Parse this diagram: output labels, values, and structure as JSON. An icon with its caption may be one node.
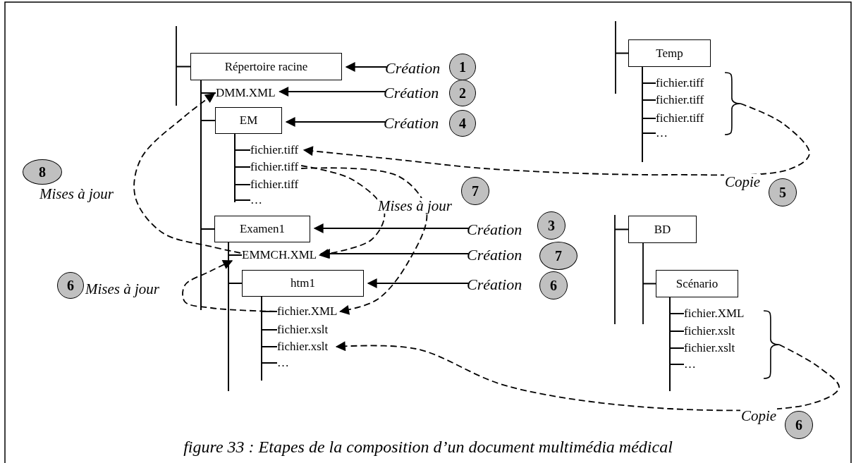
{
  "diagram": {
    "caption": "figure 33 : Etapes de la composition d’un document multimédia médical",
    "nodes": [
      {
        "text": [
          "Répertoire racine"
        ]
      },
      {
        "text": [
          "DMM.XML"
        ]
      },
      {
        "text": [
          "EM"
        ]
      },
      {
        "text": [
          "fichier.tiff"
        ]
      },
      {
        "text": [
          "fichier.tiff"
        ]
      },
      {
        "text": [
          "fichier.tiff"
        ]
      },
      {
        "text": [
          "…"
        ]
      },
      {
        "text": [
          "Examen1"
        ]
      },
      {
        "text": [
          "EMMCH.XML"
        ]
      },
      {
        "text": [
          "htm1"
        ]
      },
      {
        "text": [
          "fichier.XML"
        ]
      },
      {
        "text": [
          "fichier.xslt"
        ]
      },
      {
        "text": [
          "fichier.xslt"
        ]
      },
      {
        "text": [
          "…"
        ]
      },
      {
        "text": [
          "Temp"
        ]
      },
      {
        "text": [
          "fichier.tiff"
        ]
      },
      {
        "text": [
          "fichier.tiff"
        ]
      },
      {
        "text": [
          "fichier.tiff"
        ]
      },
      {
        "text": [
          "…"
        ]
      },
      {
        "text": [],
        "shape": "bracket"
      },
      {
        "text": [
          "BD"
        ]
      },
      {
        "text": [
          "Scénario"
        ]
      },
      {
        "text": [
          "fichier.XML"
        ]
      },
      {
        "text": [
          "fichier.xslt"
        ]
      },
      {
        "text": [
          "fichier.xslt"
        ]
      },
      {
        "text": [
          "…"
        ]
      },
      {
        "text": [],
        "shape": "bracket"
      },
      {
        "text": [
          "Création"
        ]
      },
      {
        "text": [
          "1"
        ]
      },
      {
        "text": [
          "Création"
        ]
      },
      {
        "text": [
          "2"
        ]
      },
      {
        "text": [
          "Création"
        ]
      },
      {
        "text": [
          "4"
        ]
      },
      {
        "text": [
          "Création"
        ]
      },
      {
        "text": [
          "3"
        ]
      },
      {
        "text": [
          "Création"
        ]
      },
      {
        "text": [
          "7"
        ]
      },
      {
        "text": [
          "Création"
        ]
      },
      {
        "text": [
          "6"
        ]
      },
      {
        "text": [
          "8"
        ]
      },
      {
        "text": [
          "7"
        ]
      },
      {
        "text": [
          "6"
        ]
      },
      {
        "text": [
          "5"
        ]
      },
      {
        "text": [
          "6"
        ]
      }
    ],
    "edges": [
      {
        "from": null,
        "to": 0,
        "arrow": "none"
      },
      {
        "from": 0,
        "to": 1,
        "arrow": "none"
      },
      {
        "from": 0,
        "to": 2,
        "arrow": "none"
      },
      {
        "from": 0,
        "to": 7,
        "arrow": "none"
      },
      {
        "from": 2,
        "to": 3,
        "arrow": "none"
      },
      {
        "from": 2,
        "to": 4,
        "arrow": "none"
      },
      {
        "from": 2,
        "to": 5,
        "arrow": "none"
      },
      {
        "from": 2,
        "to": 6,
        "arrow": "none"
      },
      {
        "from": 7,
        "to": 8,
        "arrow": "none"
      },
      {
        "from": 7,
        "to": 9,
        "arrow": "none"
      },
      {
        "from": 9,
        "to": 10,
        "arrow": "none"
      },
      {
        "from": 9,
        "to": 11,
        "arrow": "none"
      },
      {
        "from": 9,
        "to": 12,
        "arrow": "none"
      },
      {
        "from": 9,
        "to": 13,
        "arrow": "none"
      },
      {
        "from": null,
        "to": 14,
        "arrow": "none"
      },
      {
        "from": 14,
        "to": 15,
        "arrow": "none"
      },
      {
        "from": 14,
        "to": 16,
        "arrow": "none"
      },
      {
        "from": 14,
        "to": 17,
        "arrow": "none"
      },
      {
        "from": 14,
        "to": 18,
        "arrow": "none"
      },
      {
        "from": null,
        "to": 20,
        "arrow": "none"
      },
      {
        "from": 20,
        "to": 21,
        "arrow": "none"
      },
      {
        "from": 21,
        "to": 22,
        "arrow": "none"
      },
      {
        "from": 21,
        "to": 23,
        "arrow": "none"
      },
      {
        "from": 21,
        "to": 24,
        "arrow": "none"
      },
      {
        "from": 21,
        "to": 25,
        "arrow": "none"
      },
      {
        "from": 27,
        "to": 0,
        "arrow": "to"
      },
      {
        "from": 29,
        "to": 1,
        "arrow": "to"
      },
      {
        "from": 31,
        "to": 2,
        "arrow": "to"
      },
      {
        "from": 33,
        "to": 7,
        "arrow": "to"
      },
      {
        "from": 35,
        "to": 8,
        "arrow": "to"
      },
      {
        "from": 37,
        "to": 9,
        "arrow": "to"
      },
      {
        "from": 19,
        "to": 3,
        "arrow": "to",
        "style": "dashed",
        "label": "Copie"
      },
      {
        "from": 26,
        "to": 12,
        "arrow": "to",
        "style": "dashed",
        "label": "Copie"
      },
      {
        "from": 8,
        "to": 1,
        "arrow": "to",
        "style": "dashed",
        "label": "Mises à jour"
      },
      {
        "from": 4,
        "to": 8,
        "arrow": "to",
        "style": "dashed",
        "label": "Mises à jour"
      },
      {
        "from": 4,
        "to": 10,
        "arrow": "to",
        "style": "dashed"
      },
      {
        "from": 10,
        "to": 8,
        "arrow": "to",
        "style": "dashed",
        "label": "Mises à jour"
      }
    ]
  }
}
